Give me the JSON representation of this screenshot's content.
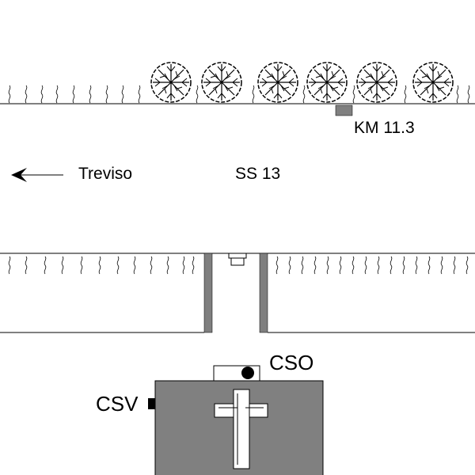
{
  "labels": {
    "km_marker": "KM 11.3",
    "direction": "Treviso",
    "road": "SS 13",
    "cso": "CSO",
    "csv": "CSV"
  },
  "colors": {
    "line": "#000000",
    "building_fill": "#808080",
    "wall_fill": "#7f7f7f",
    "marker_fill": "#808080",
    "cross_fill": "#ffffff",
    "background": "#ffffff"
  },
  "icons": {
    "tree": "tree-icon",
    "grass": "grass-tuft-icon",
    "arrow": "arrow-left-icon",
    "cross": "cross-icon"
  }
}
